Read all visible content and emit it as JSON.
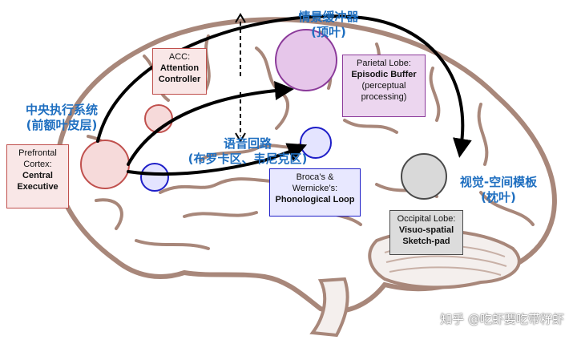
{
  "labels": {
    "central_exec_cn_line1": "中央执行系统",
    "central_exec_cn_line2": "(前额叶皮层)",
    "episodic_cn_line1": "情景缓冲器",
    "episodic_cn_line2": "(顶叶)",
    "phonological_cn_line1": "语音回路",
    "phonological_cn_line2": "(布罗卡区、韦尼克区)",
    "visuo_cn_line1": "视觉-空间模板",
    "visuo_cn_line2": "(枕叶)"
  },
  "boxes": {
    "acc": {
      "line1": "ACC:",
      "line2": "Attention",
      "line3": "Controller"
    },
    "prefrontal": {
      "line1": "Prefrontal",
      "line2": "Cortex:",
      "line3": "Central",
      "line4": "Executive"
    },
    "parietal": {
      "line1": "Parietal Lobe:",
      "line2": "Episodic Buffer",
      "line3": "(perceptual",
      "line4": "processing)"
    },
    "broca": {
      "line1": "Broca’s &",
      "line2": "Wernicke’s:",
      "line3": "Phonological Loop"
    },
    "occipital": {
      "line1": "Occipital Lobe:",
      "line2": "Visuo-spatial",
      "line3": "Sketch-pad"
    }
  },
  "watermark": "知乎 @吃虾要吃带籽虾",
  "colors": {
    "label_blue": "#1f6fc0",
    "brain_outline": "#a8877a",
    "pink_fill": "#f6dada",
    "pink_border": "#c0504d",
    "purple_fill": "#e6c6ea",
    "purple_border": "#8b3a9a",
    "blue_fill": "#e4e4ff",
    "blue_border": "#1e1ec8",
    "gray_fill": "#d9d9d9",
    "gray_border": "#4a4a4a"
  }
}
